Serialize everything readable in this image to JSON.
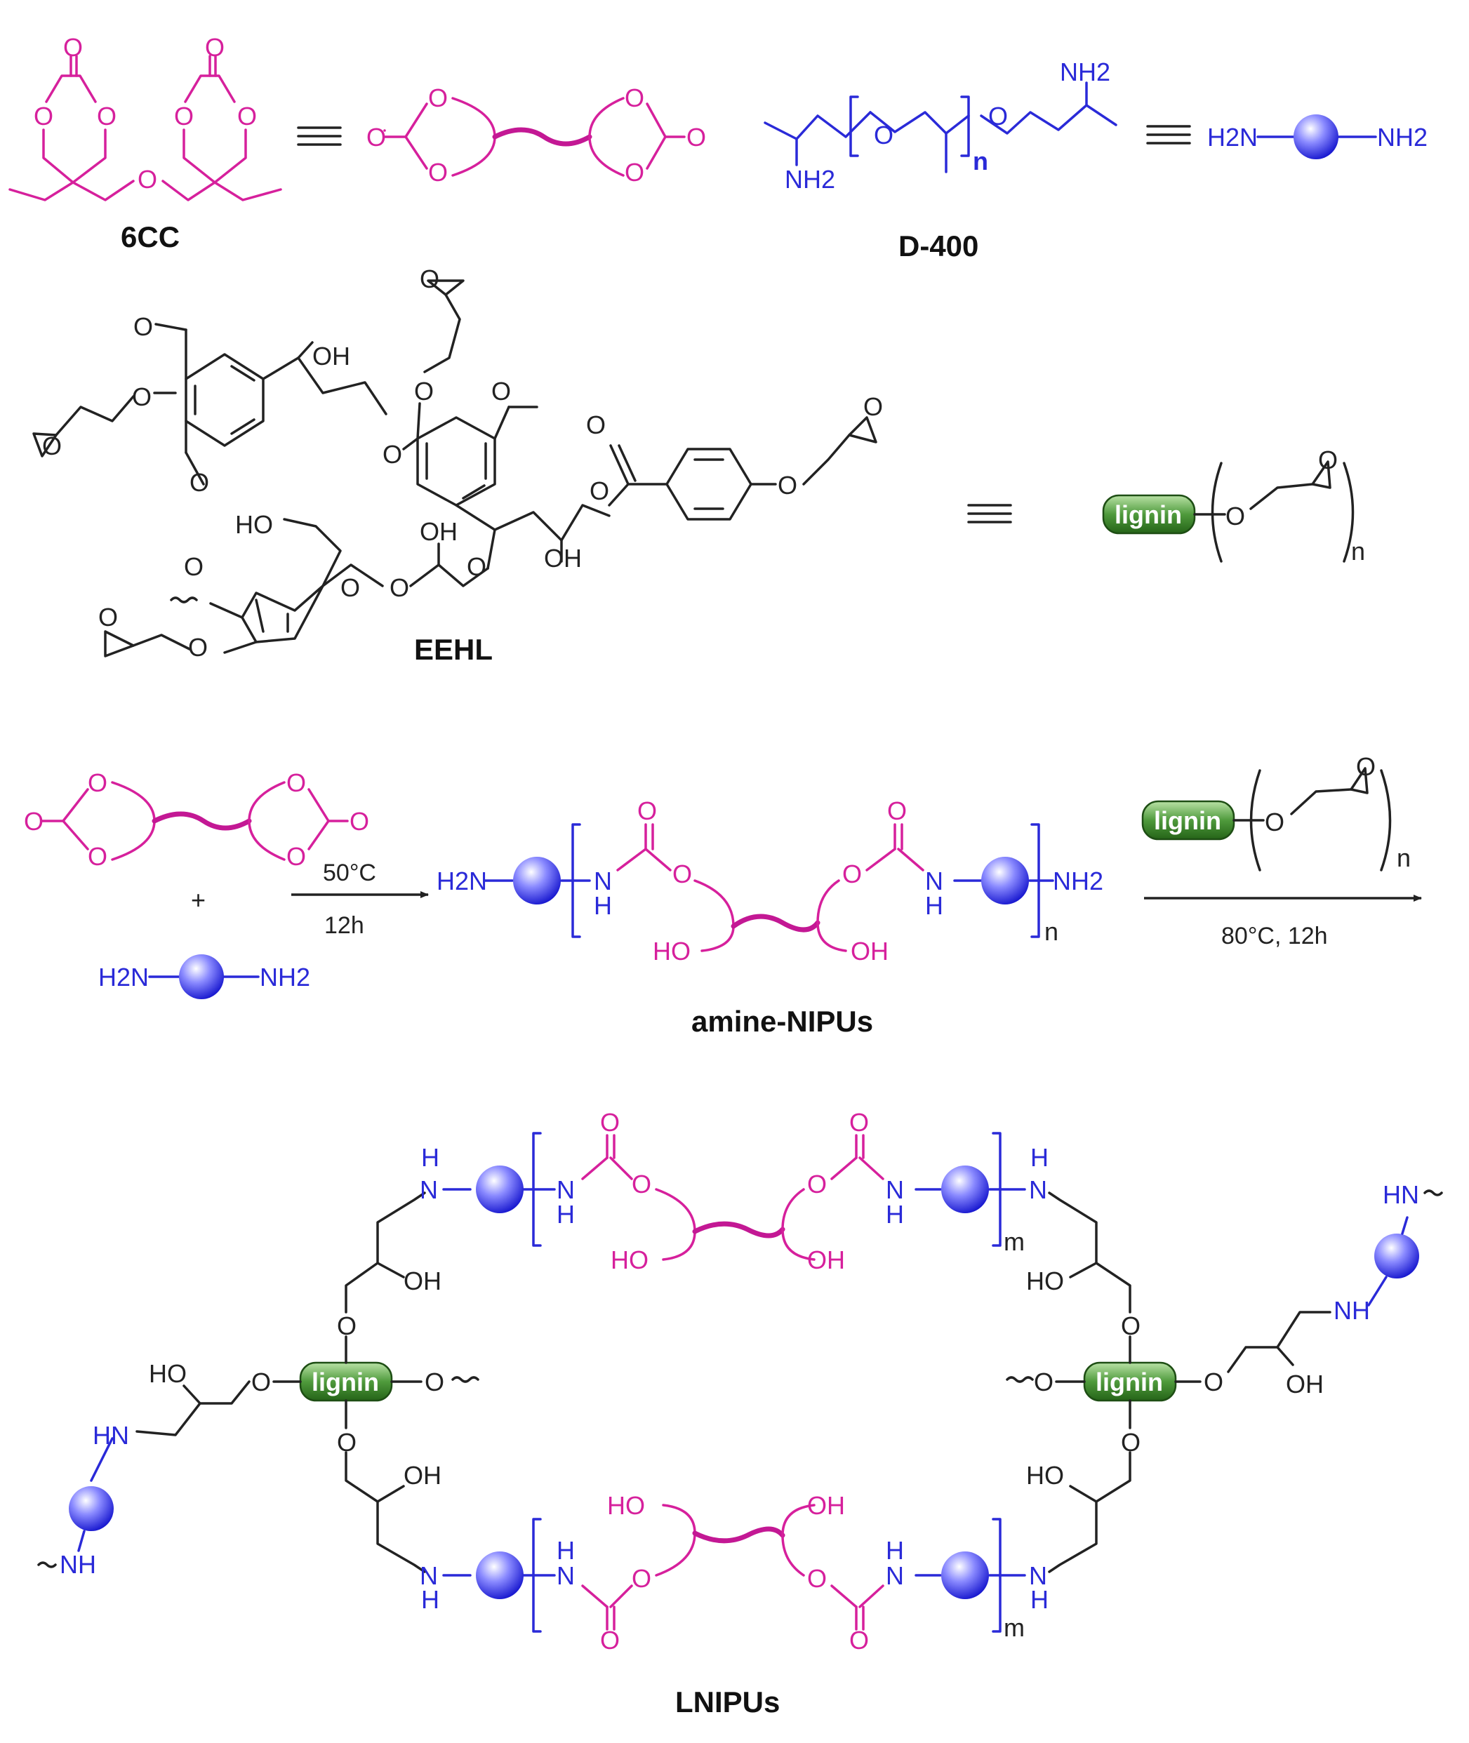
{
  "compounds": {
    "cc": "6CC",
    "d400": "D-400",
    "eehl": "EEHL",
    "amine_nipus": "amine-NIPUs",
    "lnipus": "LNIPUs"
  },
  "atoms": {
    "o": "O",
    "oh": "OH",
    "ho": "HO",
    "nh2": "NH2",
    "h2n": "H2N",
    "nh": "NH",
    "hn": "HN",
    "n": "N",
    "h": "H",
    "lignin": "lignin",
    "rep_n": "n",
    "rep_m": "m",
    "plus": "+"
  },
  "conditions": {
    "step1_temp": "50°C",
    "step1_time": "12h",
    "step2": "80°C, 12h"
  },
  "colors": {
    "carbonate": "#d6209c",
    "amine": "#2a2ad8",
    "lignin": "#3a8a2a",
    "bond": "#222222"
  }
}
